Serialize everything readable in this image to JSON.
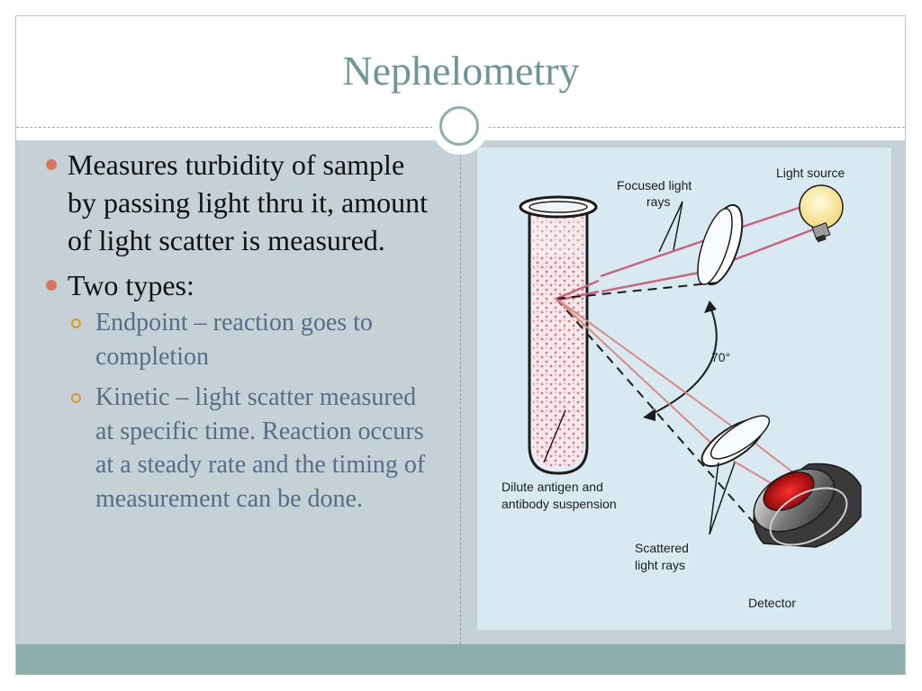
{
  "slide": {
    "title": "Nephelometry",
    "bullets": [
      {
        "text": "Measures turbidity of sample by passing light thru it, amount of light scatter is measured."
      },
      {
        "text": "Two types:",
        "sub": [
          "Endpoint – reaction goes to completion",
          "Kinetic – light scatter measured at specific time. Reaction occurs at a steady rate and the timing of measurement can be done."
        ]
      }
    ]
  },
  "diagram": {
    "labels": {
      "focused_line1": "Focused light",
      "focused_line2": "rays",
      "light_source": "Light source",
      "angle": "70°",
      "dilute_line1": "Dilute antigen and",
      "dilute_line2": "antibody suspension",
      "scattered_line1": "Scattered",
      "scattered_line2": "light rays",
      "detector": "Detector"
    }
  },
  "colors": {
    "title": "#6f9696",
    "body_band": "#c5d0d7",
    "footer_band": "#8eadad",
    "bullet_lvl1": "#d9765f",
    "bullet_lvl2": "#d99a20",
    "sub_text": "#5a6d85",
    "diagram_bg": "#d8e9f2",
    "light_ray": "#c8667e",
    "scatter_ray": "#d98a82"
  }
}
